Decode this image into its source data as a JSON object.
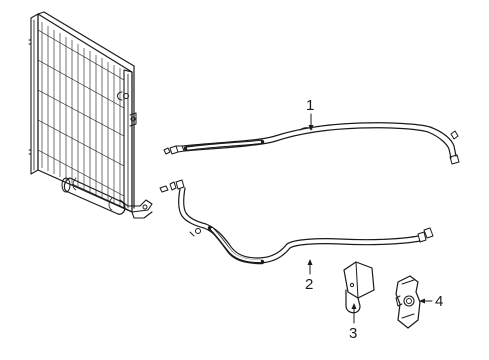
{
  "diagram": {
    "parts": [
      {
        "number": "1",
        "name": "upper-cooler-line"
      },
      {
        "number": "2",
        "name": "lower-cooler-line"
      },
      {
        "number": "3",
        "name": "bracket"
      },
      {
        "number": "4",
        "name": "clip"
      }
    ],
    "line_color": "#1a1a1a",
    "background": "#ffffff"
  }
}
